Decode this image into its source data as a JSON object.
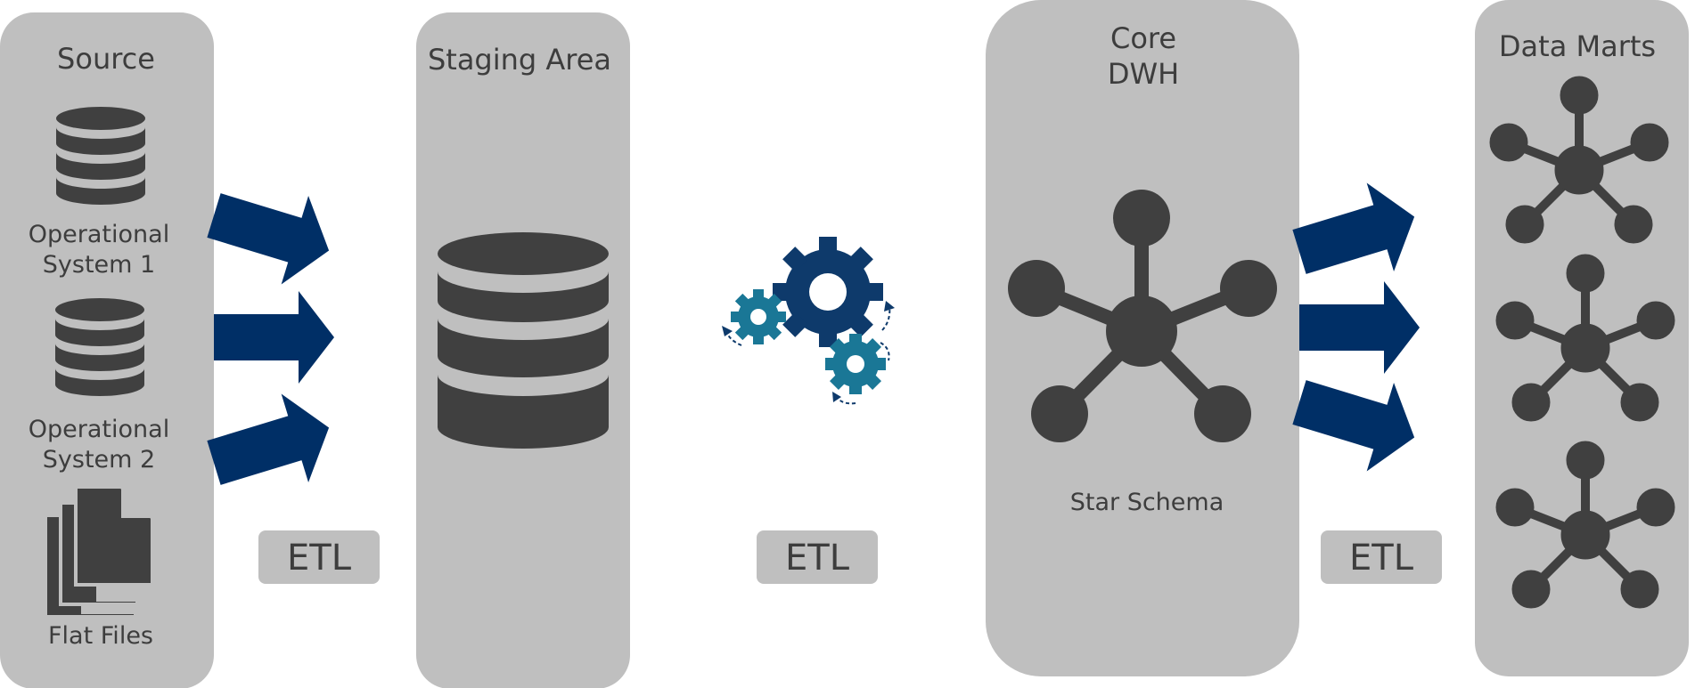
{
  "colors": {
    "panel": "#bfbfbf",
    "icon": "#404040",
    "arrow": "#002f66",
    "gear_dark": "#0e3a6b",
    "gear_teal": "#1a7796",
    "etl_box": "#bfbfbf"
  },
  "panels": {
    "source": {
      "title": "Source",
      "op1_line1": "Operational",
      "op1_line2": "System 1",
      "op2_line1": "Operational",
      "op2_line2": "System 2",
      "flat_files": "Flat Files"
    },
    "staging": {
      "title": "Staging Area"
    },
    "core": {
      "title_line1": "Core",
      "title_line2": "DWH",
      "caption": "Star Schema"
    },
    "marts": {
      "title": "Data Marts"
    }
  },
  "etl": {
    "first": "ETL",
    "second": "ETL",
    "third": "ETL"
  },
  "icons": [
    "database-icon",
    "file-stack-icon",
    "gears-icon",
    "star-schema-icon",
    "arrow-icon"
  ]
}
